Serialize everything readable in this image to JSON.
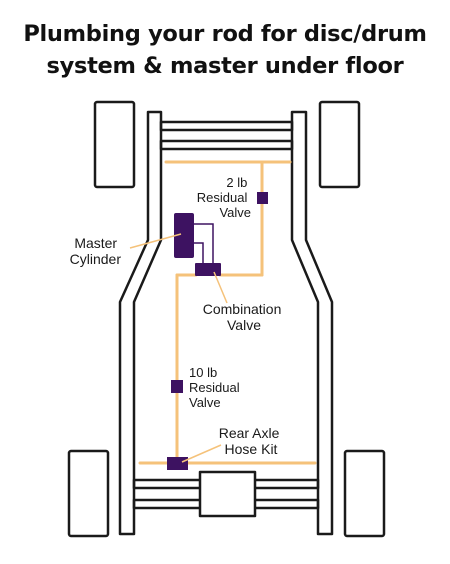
{
  "title": {
    "line1": "Plumbing your rod for disc/drum",
    "line2": "system & master under floor"
  },
  "labels": {
    "residual_2lb": [
      "2 lb",
      "Residual",
      "Valve"
    ],
    "master_cylinder": [
      "Master",
      "Cylinder"
    ],
    "combination_valve": [
      "Combination",
      "Valve"
    ],
    "residual_10lb": [
      "10 lb",
      "Residual",
      "Valve"
    ],
    "rear_axle_hose": [
      "Rear Axle",
      "Hose Kit"
    ]
  },
  "colors": {
    "brake_line": "#f5c27a",
    "component": "#3d1261",
    "frame_stroke": "#1a1a1a"
  }
}
